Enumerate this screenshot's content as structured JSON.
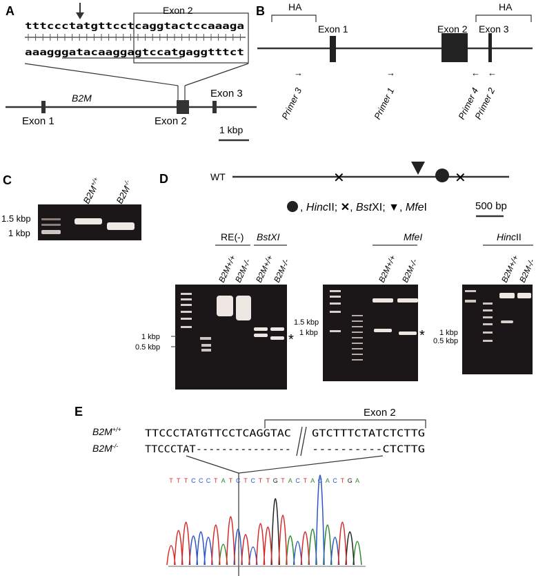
{
  "panels": {
    "a": "A",
    "b": "B",
    "c": "C",
    "d": "D",
    "e": "E"
  },
  "panelA": {
    "exon2_box": "Exon 2",
    "seq_top": "tttccctatgttcctcaggtactccaaaga",
    "seq_bottom": "aaagggatacaaggagtccatgaggtttct",
    "gene": "B2M",
    "exon1": "Exon 1",
    "exon2": "Exon 2",
    "exon3": "Exon 3",
    "scale": "1 kbp"
  },
  "panelB": {
    "ha_left": "HA",
    "ha_right": "HA",
    "exon1": "Exon 1",
    "exon2": "Exon 2",
    "exon3": "Exon 3",
    "primers": [
      "Primer 3",
      "Primer 1",
      "Primer 4",
      "Primer 2"
    ]
  },
  "panelC": {
    "lane1": "B2M",
    "lane1_sup": "+/+",
    "lane2": "B2M",
    "lane2_sup": "-/-",
    "marker1": "1.5 kbp",
    "marker2": "1 kbp"
  },
  "panelD": {
    "wt": "WT",
    "legend": {
      "hinc_prefix": "Hinc",
      "hinc_suffix": "II; ",
      "bst_prefix": "Bst",
      "bst_suffix": "XI; ",
      "mfe_prefix": "Mfe",
      "mfe_suffix": "I"
    },
    "scale": "500 bp",
    "gel1": {
      "re_label": "RE(-)",
      "bst_label": "BstXI",
      "lanes": [
        "B2M+/+",
        "B2M-/-",
        "B2M+/+",
        "B2M-/-"
      ],
      "markers": [
        "1 kbp",
        "0.5 kbp"
      ]
    },
    "gel2": {
      "mfe_label": "MfeI",
      "lanes": [
        "B2M+/+",
        "B2M-/-"
      ],
      "markers": [
        "1.5 kbp",
        "1 kbp"
      ]
    },
    "gel3": {
      "hinc_label": "HincII",
      "lanes": [
        "B2M+/+",
        "B2M-/-"
      ],
      "markers": [
        "1 kbp",
        "0.5 kbp"
      ]
    },
    "asterisk": "*"
  },
  "panelE": {
    "exon2": "Exon 2",
    "wt_label": "B2M",
    "wt_sup": "+/+",
    "ko_label": "B2M",
    "ko_sup": "-/-",
    "wt_seq_left": "TTCCCTATGTTCCTCAGGTAC",
    "wt_seq_right": "GTCTTTCTATCTCTTG",
    "ko_seq_left": "TTCCCTAT---------------",
    "ko_seq_right": "----------CTCTTG",
    "chromatogram_bases": "TTTCCCTATCTCTTGTACTACACTGA"
  },
  "colors": {
    "gel_bg": "#1a1618",
    "band": "#f3ece6",
    "A": "#2c8a2c",
    "C": "#2a55c8",
    "G": "#222222",
    "T": "#d62a2a"
  }
}
